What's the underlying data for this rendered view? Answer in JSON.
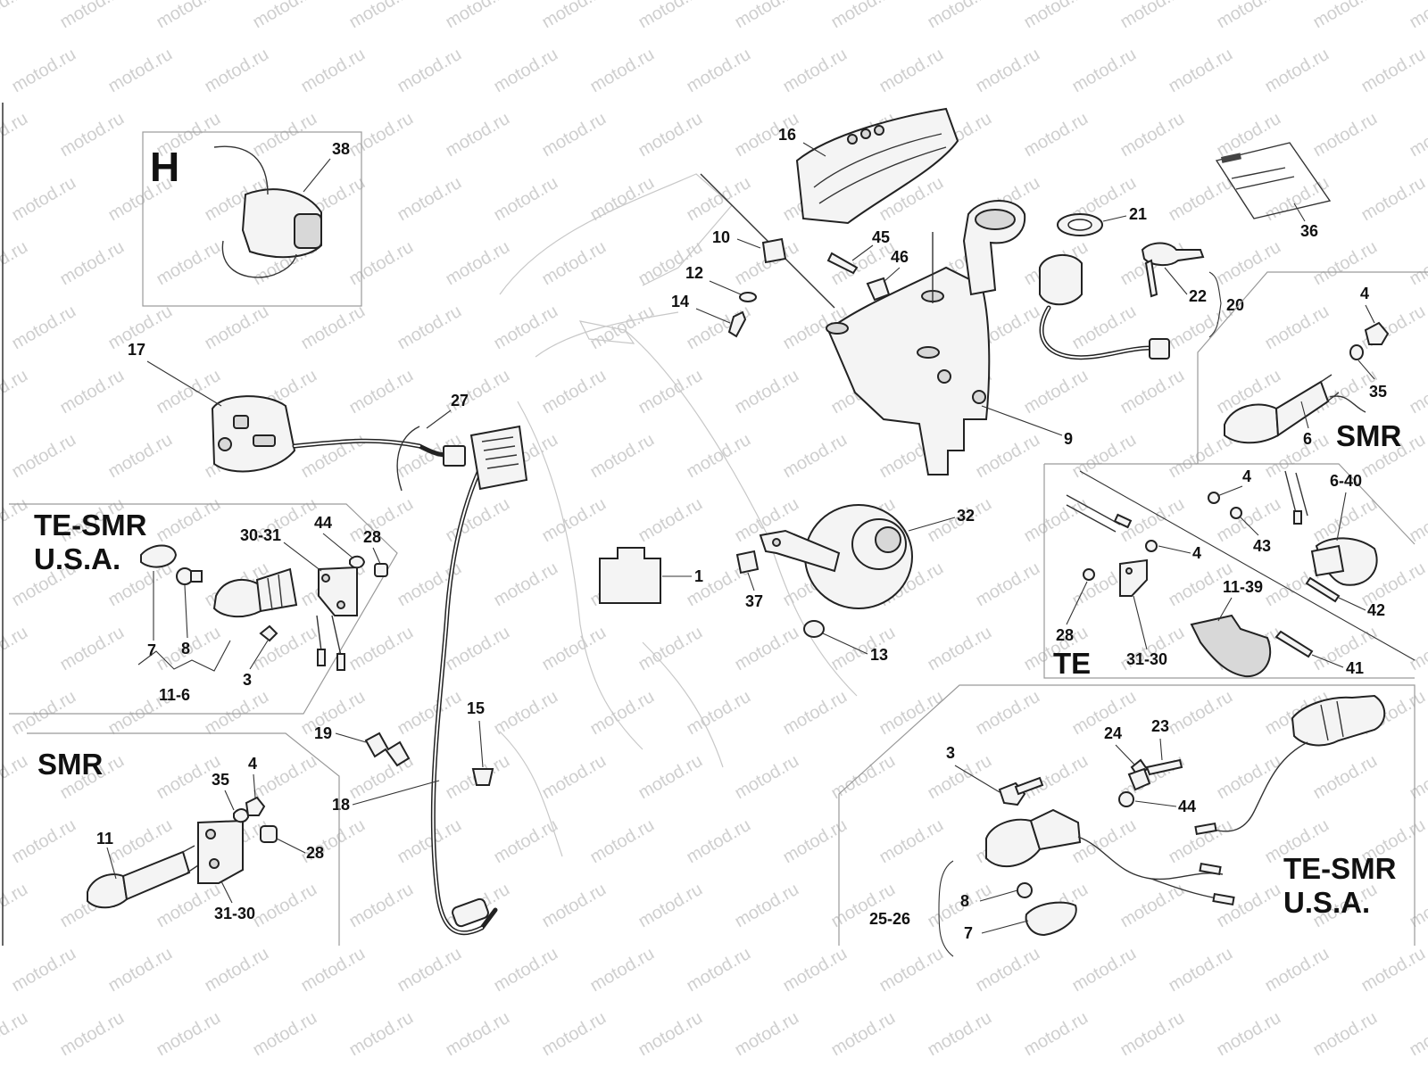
{
  "watermark": "motod.ru",
  "regions": {
    "h": "H",
    "te_smr_usa_left": "TE-SMR\nU.S.A.",
    "smr_left": "SMR",
    "smr_right": "SMR",
    "te": "TE",
    "te_smr_usa_right": "TE-SMR\nU.S.A."
  },
  "callouts": {
    "c1": "1",
    "c3a": "3",
    "c3b": "3",
    "c4a": "4",
    "c4b": "4",
    "c4c": "4",
    "c4d": "4",
    "c6": "6",
    "c6_40": "6-40",
    "c7a": "7",
    "c7b": "7",
    "c8a": "8",
    "c8b": "8",
    "c9": "9",
    "c10": "10",
    "c11": "11",
    "c11_6": "11-6",
    "c11_39": "11-39",
    "c12": "12",
    "c13": "13",
    "c14": "14",
    "c15": "15",
    "c16": "16",
    "c17": "17",
    "c18": "18",
    "c19": "19",
    "c20": "20",
    "c21": "21",
    "c22": "22",
    "c23": "23",
    "c24": "24",
    "c25_26": "25-26",
    "c27": "27",
    "c28a": "28",
    "c28b": "28",
    "c28c": "28",
    "c30_31": "30-31",
    "c31_30a": "31-30",
    "c31_30b": "31-30",
    "c32": "32",
    "c35a": "35",
    "c35b": "35",
    "c36": "36",
    "c37": "37",
    "c38": "38",
    "c41": "41",
    "c42": "42",
    "c43": "43",
    "c44a": "44",
    "c44b": "44",
    "c45": "45",
    "c46": "46"
  }
}
